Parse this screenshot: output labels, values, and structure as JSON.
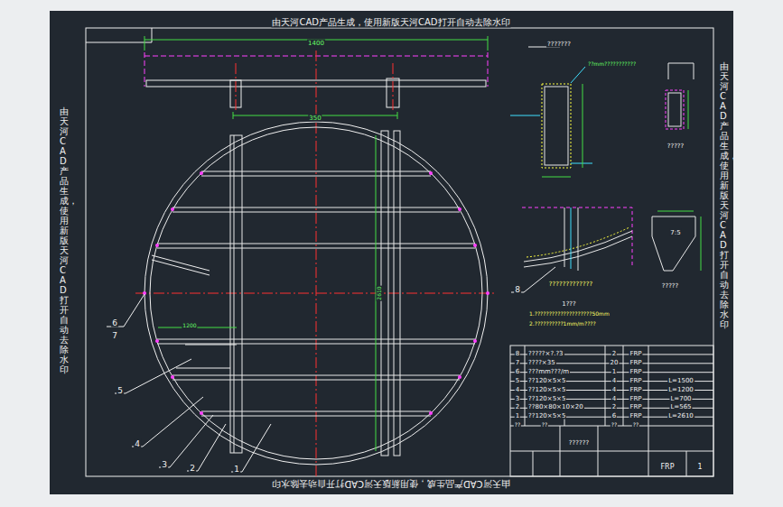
{
  "diagram": {
    "labels": [
      "由天河CAD产品生成，使用新版天河CAD打开自动去除水印",
      "由天河CAD产品生成，使用新版天河CAD打开自动去除水印",
      "由天河CAD产品生成，使用新版天河CAD打开自动去除水印",
      "由天河CAD产品生成，使用新版天河CAD打开自动去除水印",
      "1",
      "2",
      "3",
      "4",
      "5",
      "6",
      "7",
      "8",
      "1400",
      "350",
      "1200",
      "2610",
      "???????",
      "??mm???????????",
      "?????",
      "?????????????",
      "?????",
      "7:5",
      "1???",
      "1.????????????????????50mm",
      "2.??????????1mm/m????",
      "8",
      "?????×?.?3",
      "2",
      "FRP",
      "7",
      "????×35",
      "20",
      "FRP",
      "6",
      "???mm???/m",
      "1",
      "FRP",
      "5",
      "??120×5×5",
      "4",
      "FRP",
      "L=1500",
      "4",
      "??120×5×5",
      "4",
      "FRP",
      "L=1200",
      "3",
      "??120×5×5",
      "4",
      "FRP",
      "L=700",
      "2",
      "??80×80×10×20",
      "2",
      "FRP",
      "L=565",
      "1",
      "??120×5×5",
      "6",
      "FRP",
      "L=2610",
      "??",
      "??",
      "??",
      "??",
      "??????",
      "FRP",
      "1"
    ]
  }
}
